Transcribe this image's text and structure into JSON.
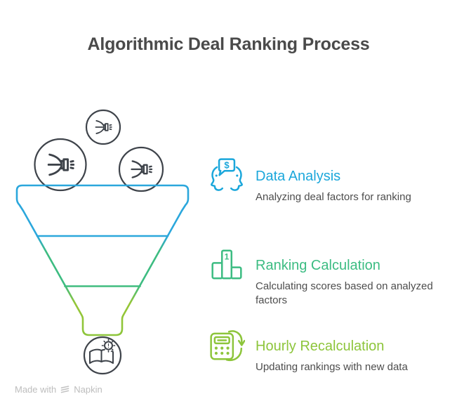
{
  "title": "Algorithmic Deal Ranking Process",
  "diagram": {
    "type": "funnel",
    "funnel_stages": 3,
    "gradient": [
      "#2ba7dc",
      "#3dbc81",
      "#8dc53b"
    ],
    "outline_color": "#3e434a",
    "badge_char": "!",
    "input_icons": "nozzle-stream-icon x3",
    "output_icon": "ranked-book-badge-icon"
  },
  "items": [
    {
      "icon": "deal-discussion-icon",
      "icon_char": "$",
      "title": "Data Analysis",
      "description": "Analyzing deal factors for ranking",
      "color": "#1ba7db"
    },
    {
      "icon": "ranking-podium-icon",
      "icon_char": "1",
      "title": "Ranking Calculation",
      "description": "Calculating scores based on analyzed factors",
      "color": "#3cbc82"
    },
    {
      "icon": "calculator-refresh-icon",
      "icon_char": "",
      "title": "Hourly Recalculation",
      "description": "Updating rankings with new data",
      "color": "#8dc53b"
    }
  ],
  "footer": {
    "made_with": "Made with",
    "brand": "Napkin"
  }
}
